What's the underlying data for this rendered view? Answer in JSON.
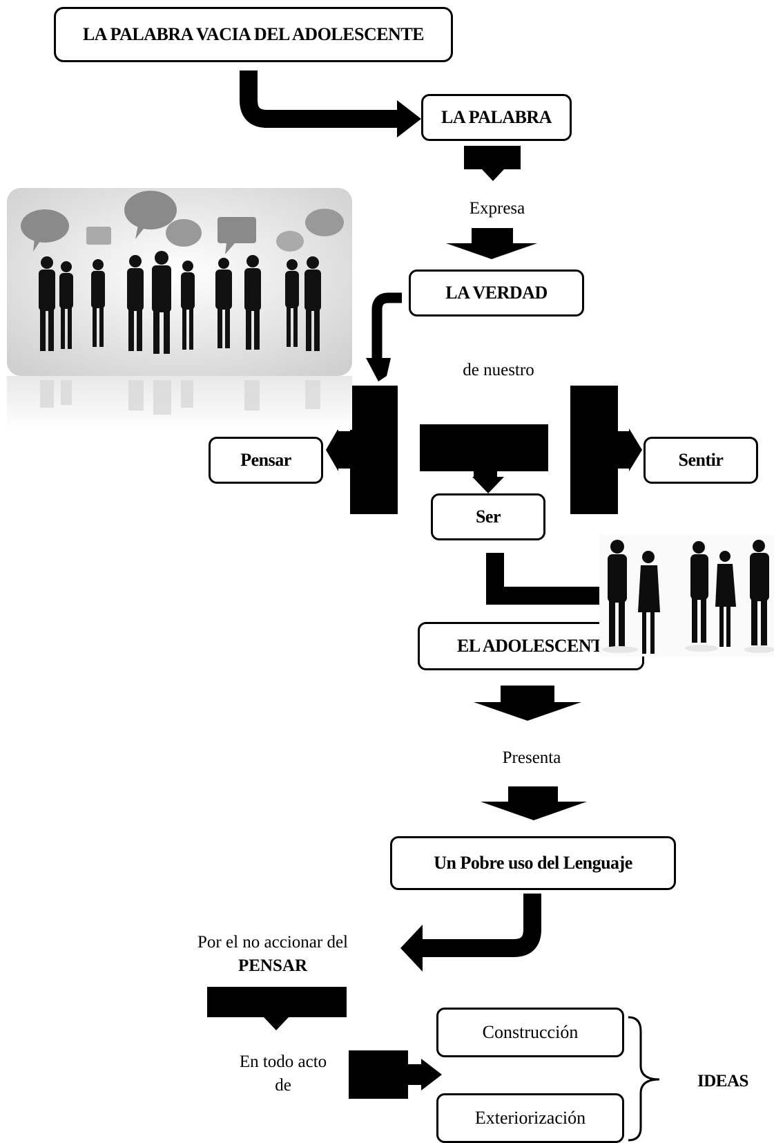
{
  "diagram": {
    "title": "LA PALABRA VACIA DEL ADOLESCENTE",
    "nodes": {
      "la_palabra": "LA PALABRA",
      "expresa": "Expresa",
      "la_verdad": "LA VERDAD",
      "de_nuestro": "de nuestro",
      "pensar": "Pensar",
      "ser": "Ser",
      "sentir": "Sentir",
      "el_adolescente": "EL ADOLESCENTE",
      "presenta": "Presenta",
      "pobre_uso": "Un Pobre uso del Lenguaje",
      "por_el_no_accionar": "Por el no accionar del",
      "pensar_caps": "PENSAR",
      "en_todo_acto": "En todo acto",
      "de": "de",
      "construccion": "Construcción",
      "exteriorizacion": "Exteriorización",
      "ideas": "IDEAS"
    }
  }
}
